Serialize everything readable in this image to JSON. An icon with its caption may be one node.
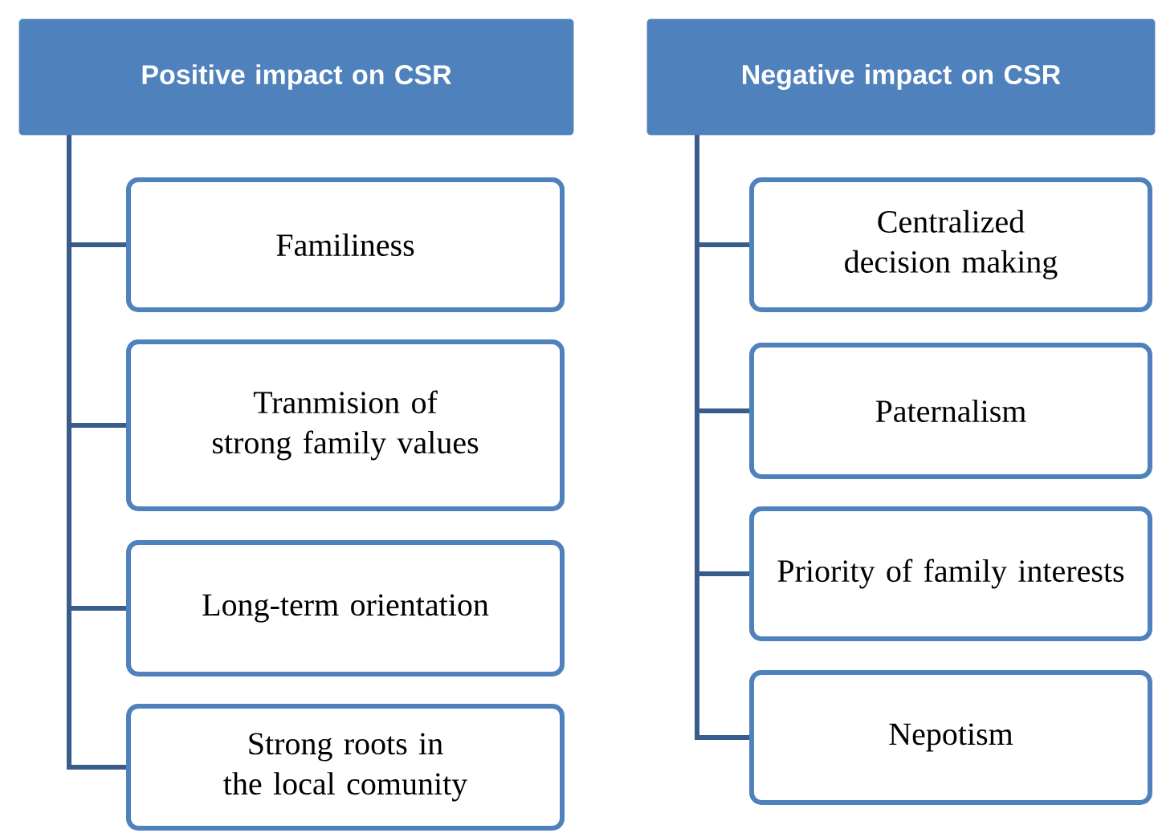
{
  "diagram": {
    "nodes": [
      {
        "text": [
          "Positive impact on CSR"
        ]
      },
      {
        "text": [
          "Familiness"
        ]
      },
      {
        "text": [
          "Tranmision of strong family values"
        ]
      },
      {
        "text": [
          "Long-term orientation"
        ]
      },
      {
        "text": [
          "Strong roots in the local comunity"
        ]
      },
      {
        "text": [
          "Negative impact on CSR"
        ]
      },
      {
        "text": [
          "Centralized decision making"
        ]
      },
      {
        "text": [
          "Paternalism"
        ]
      },
      {
        "text": [
          "Priority of family interests"
        ]
      },
      {
        "text": [
          "Nepotism"
        ]
      }
    ],
    "edges": [
      {
        "from": 0,
        "to": 1,
        "arrow": "none"
      },
      {
        "from": 0,
        "to": 2,
        "arrow": "none"
      },
      {
        "from": 0,
        "to": 3,
        "arrow": "none"
      },
      {
        "from": 0,
        "to": 4,
        "arrow": "none"
      },
      {
        "from": 5,
        "to": 6,
        "arrow": "none"
      },
      {
        "from": 5,
        "to": 7,
        "arrow": "none"
      },
      {
        "from": 5,
        "to": 8,
        "arrow": "none"
      },
      {
        "from": 5,
        "to": 9,
        "arrow": "none"
      }
    ]
  }
}
